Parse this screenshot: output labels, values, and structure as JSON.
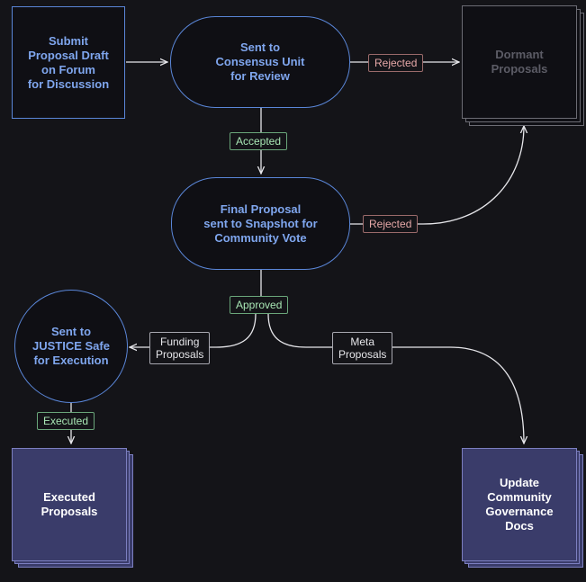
{
  "nodes": {
    "submit": "Submit\nProposal Draft\non Forum\nfor Discussion",
    "consensus": "Sent to\nConsensus Unit\nfor Review",
    "dormant": "Dormant\nProposals",
    "final": "Final Proposal\nsent to Snapshot for\nCommunity Vote",
    "justice": "Sent to\nJUSTICE Safe\nfor Execution",
    "executed_proposals": "Executed\nProposals",
    "update_docs": "Update\nCommunity\nGovernance\nDocs"
  },
  "edge_labels": {
    "rejected_1": "Rejected",
    "accepted": "Accepted",
    "rejected_2": "Rejected",
    "approved": "Approved",
    "funding": "Funding\nProposals",
    "meta": "Meta\nProposals",
    "executed": "Executed"
  },
  "colors": {
    "background": "#141418",
    "node_border": "#5a86d8",
    "node_text": "#7fa6ee",
    "rejected": "#e6a8a8",
    "accepted": "#a8e6b4",
    "terminal_fill": "#3a3c6a",
    "connector": "#e6e6ea"
  }
}
